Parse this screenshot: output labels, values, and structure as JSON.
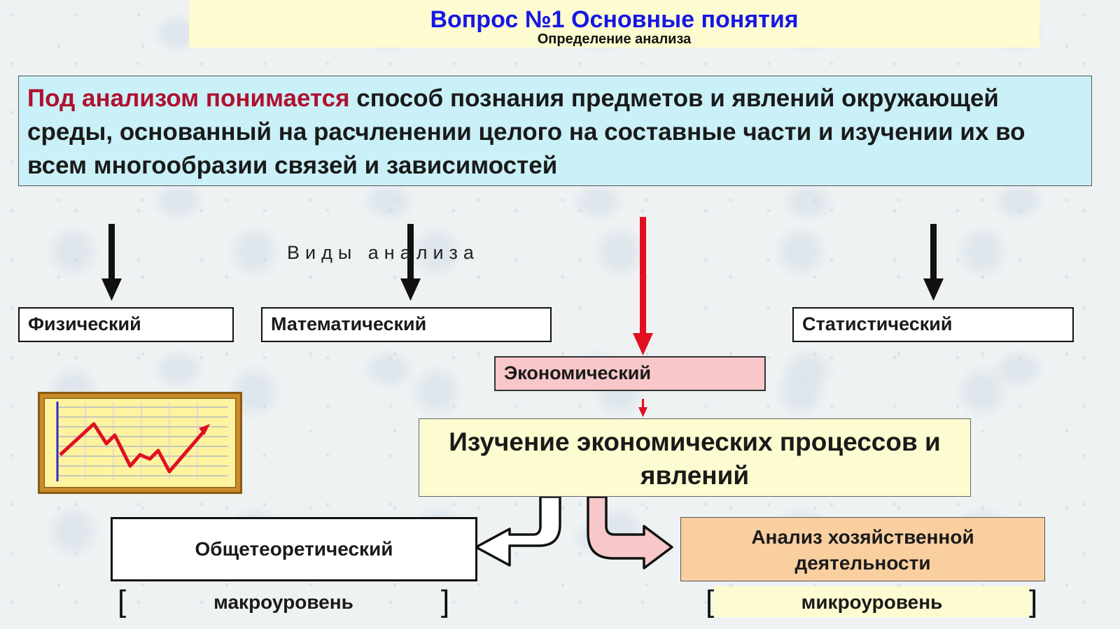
{
  "header": {
    "title": "Вопрос №1 Основные понятия",
    "subtitle": "Определение анализа"
  },
  "definition": {
    "lead": "Под анализом понимается",
    "body": "способ познания предметов и явлений окружающей среды, основанный на расчленении целого на составные части и изучении их во всем многообразии связей и зависимостей"
  },
  "types": {
    "heading": "Виды анализа",
    "physical": "Физический",
    "mathematical": "Математический",
    "economic": "Экономический",
    "statistical": "Статистический"
  },
  "study": "Изучение экономических процессов и явлений",
  "branches": {
    "general": "Общетеоретический",
    "economic_activity": "Анализ хозяйственной деятельности"
  },
  "levels": {
    "macro": "макроуровень",
    "micro": "микроуровень"
  },
  "colors": {
    "title_blue": "#1616e6",
    "lead_red": "#b01030",
    "econ_arrow_red": "#e01020",
    "definition_bg": "#c9f1f7",
    "study_bg": "#fdfbd0",
    "econ_box_bg": "#f7c7c9",
    "ahd_bg": "#f9cfa0"
  },
  "icons": [
    "line-chart-icon",
    "down-arrow-icon",
    "curved-arrow-icon"
  ]
}
